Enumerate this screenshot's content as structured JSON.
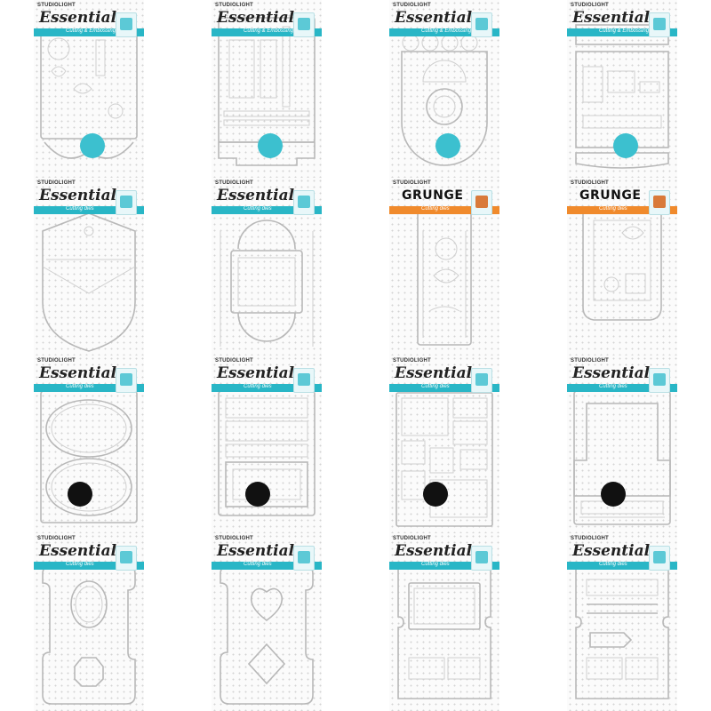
{
  "brand": "STUDIOLIGHT",
  "products": [
    {
      "title": "Essentials",
      "subtitle": "Cutting & Embossing",
      "style": "essentials",
      "sticker": "teal",
      "shape": "collage1"
    },
    {
      "title": "Essentials",
      "subtitle": "Cutting & Embossing",
      "style": "essentials",
      "sticker": "teal",
      "shape": "collage2"
    },
    {
      "title": "Essentials",
      "subtitle": "Cutting & Embossing",
      "style": "essentials",
      "sticker": "teal",
      "shape": "collage3"
    },
    {
      "title": "Essentials",
      "subtitle": "Cutting & Embossing",
      "style": "essentials",
      "sticker": "teal",
      "shape": "collage4"
    },
    {
      "title": "Essentials",
      "subtitle": "Cutting dies",
      "style": "essentials",
      "sticker": "none",
      "shape": "pocket"
    },
    {
      "title": "Essentials",
      "subtitle": "Cutting dies",
      "style": "essentials",
      "sticker": "none",
      "shape": "flower-frame"
    },
    {
      "title": "GRUNGE",
      "subtitle": "Cutting dies",
      "style": "grunge",
      "sticker": "none",
      "shape": "grunge-strip"
    },
    {
      "title": "GRUNGE",
      "subtitle": "Cutting dies",
      "style": "grunge",
      "sticker": "none",
      "shape": "grunge-tag"
    },
    {
      "title": "Essentials",
      "subtitle": "Cutting dies",
      "style": "essentials",
      "sticker": "black",
      "shape": "ovals"
    },
    {
      "title": "Essentials",
      "subtitle": "Cutting dies",
      "style": "essentials",
      "sticker": "black",
      "shape": "panels"
    },
    {
      "title": "Essentials",
      "subtitle": "Cutting dies",
      "style": "essentials",
      "sticker": "black",
      "shape": "squares"
    },
    {
      "title": "Essentials",
      "subtitle": "Cutting dies",
      "style": "essentials",
      "sticker": "black",
      "shape": "frame"
    },
    {
      "title": "Essentials",
      "subtitle": "Cutting dies",
      "style": "essentials",
      "sticker": "none",
      "shape": "oval-tag"
    },
    {
      "title": "Essentials",
      "subtitle": "Cutting dies",
      "style": "essentials",
      "sticker": "none",
      "shape": "heart-tag"
    },
    {
      "title": "Essentials",
      "subtitle": "Cutting dies",
      "style": "essentials",
      "sticker": "none",
      "shape": "ticket"
    },
    {
      "title": "Essentials",
      "subtitle": "Cutting dies",
      "style": "essentials",
      "sticker": "none",
      "shape": "ticket2"
    }
  ],
  "colors": {
    "essentials_band": "#29b6c6",
    "grunge_band": "#f08a2c",
    "die_outline": "#b8b8b8"
  }
}
